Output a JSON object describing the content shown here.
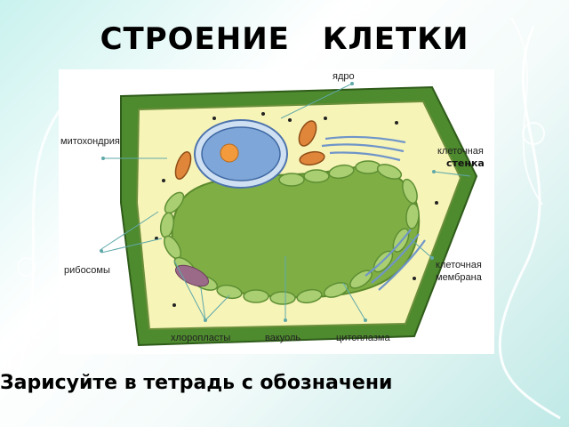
{
  "title": "СТРОЕНИЕ   КЛЕТКИ",
  "labels": {
    "nucleus": "ядро",
    "mitochondria": "митохондрия",
    "cell_wall": "клеточная",
    "cell_wall_cont": "стенка",
    "ribosomes": "рибосомы",
    "cell_membrane_1": "клеточная",
    "cell_membrane_2": "мембрана",
    "chloroplasts": "хлоропласты",
    "vacuole": "вакуоль",
    "cytoplasm": "цитоплазма"
  },
  "instruction": "Зарисуйте в тетрадь с обозначени",
  "colors": {
    "cell_wall": "#4e8a2e",
    "cytoplasm": "#f7f4b8",
    "vacuole": "#7fae45",
    "chloroplast": "#a9cf72",
    "nucleus": "#7ea6d8",
    "nucleolus": "#f29a3c",
    "mitochondria": "#e0863a",
    "er": "#6f95c9",
    "leader_line": "#5fa8a8"
  }
}
